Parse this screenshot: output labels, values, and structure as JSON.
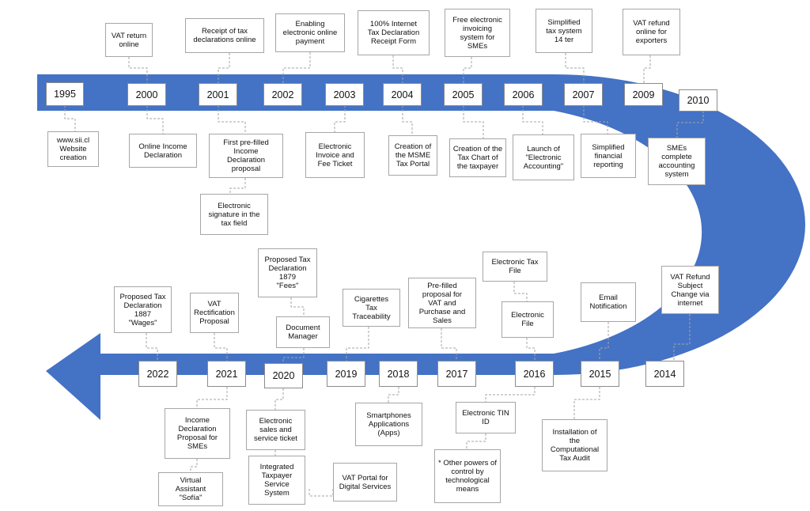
{
  "colors": {
    "arrow": "#4472c4",
    "box_border": "#a6a6a6",
    "connector": "#a6a6a6"
  },
  "years": {
    "y1995": "1995",
    "y2000": "2000",
    "y2001": "2001",
    "y2002": "2002",
    "y2003": "2003",
    "y2004": "2004",
    "y2005": "2005",
    "y2006": "2006",
    "y2007": "2007",
    "y2009": "2009",
    "y2010": "2010",
    "y2014": "2014",
    "y2015": "2015",
    "y2016": "2016",
    "y2017": "2017",
    "y2018": "2018",
    "y2019": "2019",
    "y2020": "2020",
    "y2021": "2021",
    "y2022": "2022"
  },
  "events": {
    "vat_return_online": "VAT return\nonline",
    "receipt_tax_declarations": "Receipt of tax\ndeclarations online",
    "enabling_payment": "Enabling\nelectronic online\npayment",
    "internet_tax_declaration": "100% Internet\nTax Declaration\nReceipt Form",
    "free_invoicing": "Free electronic\ninvoicing\nsystem for\nSMEs",
    "simplified_tax_system": "Simplified\ntax system\n14 ter",
    "vat_refund_exporters": "VAT refund\nonline for\nexporters",
    "website_creation": "www.sii.cl\nWebsite\ncreation",
    "online_income_declaration": "Online Income\nDeclaration",
    "prefilled_income_declaration": "First pre-filled\nIncome\nDeclaration\nproposal",
    "electronic_signature": "Electronic\nsignature in the\ntax field",
    "electronic_invoice": "Electronic\nInvoice and\nFee Ticket",
    "msme_portal": "Creation of\nthe MSME\nTax Portal",
    "tax_chart": "Creation of the\nTax Chart of\nthe taxpayer",
    "electronic_accounting": "Launch of\n\"Electronic\nAccounting\"",
    "simplified_reporting": "Simplified\nfinancial\nreporting",
    "smes_accounting": "SMEs\ncomplete\naccounting\nsystem",
    "wages_1887": "Proposed Tax\nDeclaration\n1887\n\"Wages\"",
    "vat_rectification": "VAT\nRectification\nProposal",
    "fees_1879": "Proposed Tax\nDeclaration\n1879\n\"Fees\"",
    "document_manager": "Document\nManager",
    "cigarettes_traceability": "Cigarettes\nTax\nTraceability",
    "prefilled_vat": "Pre-filled\nproposal for\nVAT and\nPurchase and\nSales",
    "electronic_tax_file": "Electronic Tax\nFile",
    "electronic_file": "Electronic\nFile",
    "email_notification": "Email\nNotification",
    "vat_refund_internet": "VAT Refund\nSubject\nChange via\ninternet",
    "income_declaration_smes": "Income\nDeclaration\nProposal for\nSMEs",
    "virtual_assistant": "Virtual\nAssistant\n\"Sofía\"",
    "electronic_sales_ticket": "Electronic\nsales and\nservice ticket",
    "integrated_service_system": "Integrated\nTaxpayer\nService\nSystem",
    "vat_portal_digital": "VAT Portal for\nDigital Services",
    "smartphone_apps": "Smartphones\nApplications\n(Apps)",
    "electronic_tin": "Electronic TIN\nID",
    "other_powers": "* Other powers of\ncontrol by\ntechnological\nmeans",
    "computational_audit": "Installation of\nthe\nComputational\nTax Audit"
  }
}
